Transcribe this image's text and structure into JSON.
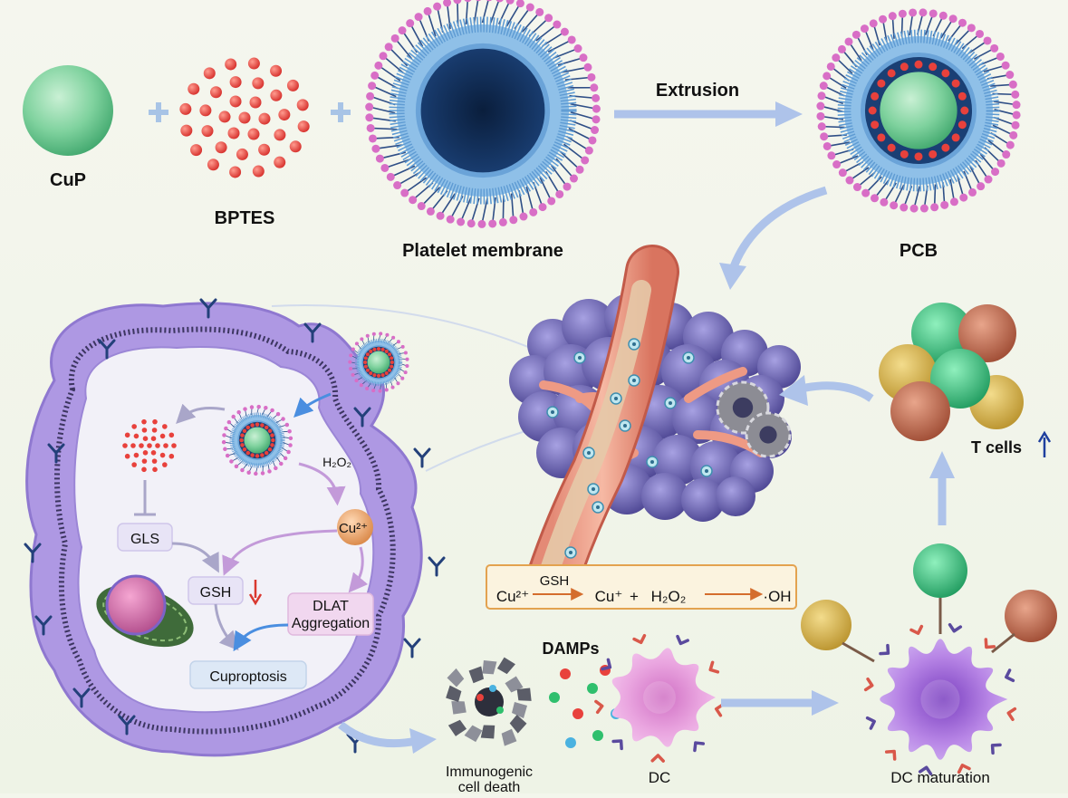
{
  "labels": {
    "cup": "CuP",
    "bptes": "BPTES",
    "platelet_membrane": "Platelet membrane",
    "extrusion": "Extrusion",
    "pcb": "PCB",
    "t_cells": "T cells",
    "h2o2": "H₂O₂",
    "cu2": "Cu²⁺",
    "gls": "GLS",
    "gsh": "GSH",
    "dlat_line1": "DLAT",
    "dlat_line2": "Aggregation",
    "cuproptosis": "Cuproptosis",
    "damps": "DAMPs",
    "icd_line1": "Immunogenic",
    "icd_line2": "cell death",
    "dc": "DC",
    "dc_maturation": "DC maturation"
  },
  "reaction": {
    "cu2": "Cu²⁺",
    "gsh": "GSH",
    "cu1": "Cu⁺",
    "plus": "+",
    "h2o2": "H₂O₂",
    "oh": "·OH"
  },
  "colors": {
    "background": "#f3f6ec",
    "cup_green": "#6fcf96",
    "bptes_red": "#e8413c",
    "membrane_blue": "#7fb2dd",
    "membrane_dark": "#1f3f6c",
    "ligand_pink": "#d86ec6",
    "arrow_blue": "#aec3ea",
    "tumor_purple": "#6e66b8",
    "vessel_pink": "#f0a48c",
    "cell_lilac": "#b49ee4",
    "reaction_orange": "#e07f3a",
    "dc_pink": "#e59ad8",
    "dc_purple": "#b46ee0"
  }
}
